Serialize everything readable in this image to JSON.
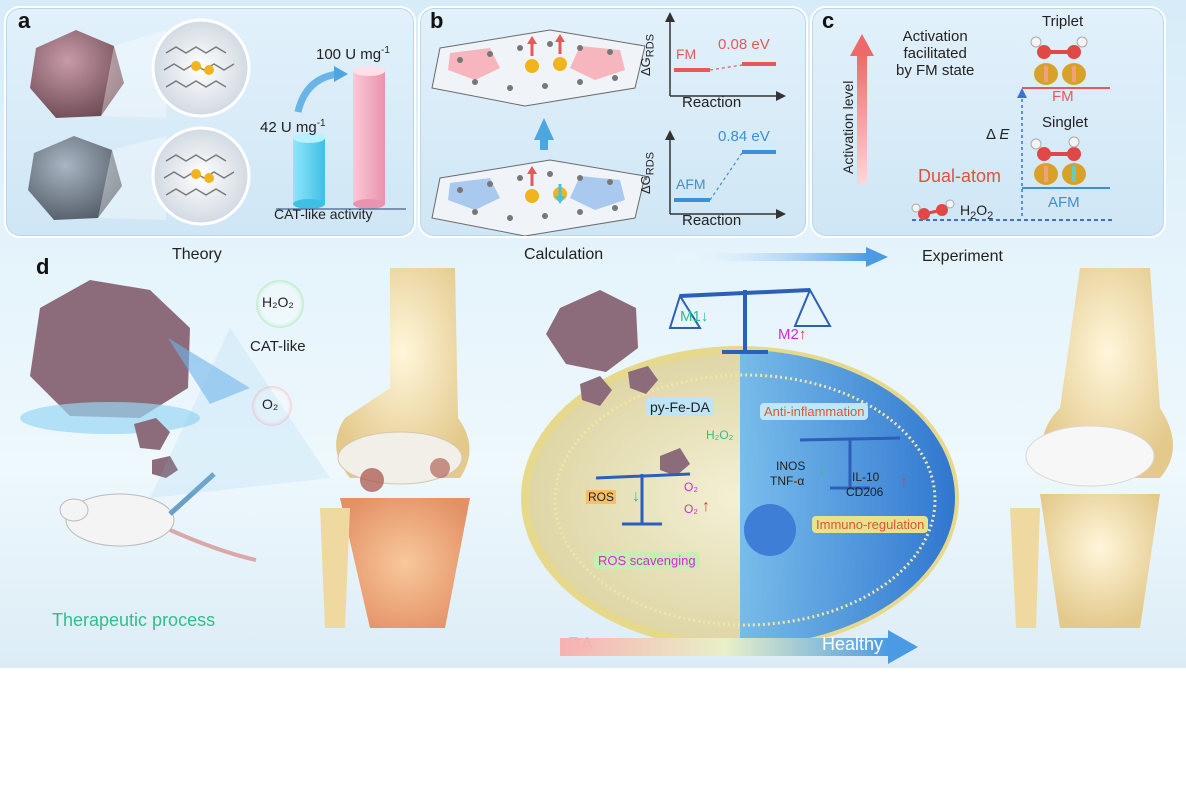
{
  "panel_a": {
    "label": "a",
    "value_high": "100",
    "value_low": "42",
    "unit": "U mg",
    "unit_exp": "-1",
    "activity_label": "CAT-like activity"
  },
  "panel_b": {
    "label": "b",
    "ylabel_main": "ΔG",
    "ylabel_sub": "RDS",
    "top_state": "FM",
    "top_energy": "0.08 eV",
    "top_xlabel": "Reaction",
    "bottom_state": "AFM",
    "bottom_energy": "0.84 eV",
    "bottom_xlabel": "Reaction"
  },
  "panel_c": {
    "label": "c",
    "yaxis": "Activation level",
    "caption_line1": "Activation",
    "caption_line2": "facilitated",
    "caption_line3": "by FM state",
    "triplet": "Triplet",
    "fm": "FM",
    "delta_e_symbol": "Δ",
    "delta_e_letter": "E",
    "singlet": "Singlet",
    "dual_atom": "Dual-atom",
    "h2o2_main": "H",
    "h2o2_sub1": "2",
    "h2o2_mid": "O",
    "h2o2_sub2": "2",
    "afm": "AFM"
  },
  "flow": {
    "theory": "Theory",
    "calculation": "Calculation",
    "experiment": "Experiment"
  },
  "panel_d": {
    "label": "d",
    "h2o2_bubble": "H₂O₂",
    "cat_like": "CAT-like",
    "o2_bubble": "O₂",
    "m1": "M1",
    "m2": "M2",
    "py_fe_da": "py-Fe-DA",
    "anti_inflammation": "Anti-inflammation",
    "h2o2_cell": "H₂O₂",
    "inos": "INOS",
    "tnf": "TNF-α",
    "il10": "IL-10",
    "cd206": "CD206",
    "ros": "ROS",
    "o2_a": "O₂",
    "o2_b": "O₂",
    "immuno": "Immuno-regulation",
    "ros_scavenging": "ROS scavenging",
    "therapeutic": "Therapeutic process",
    "ra": "RA",
    "healthy": "Healthy"
  },
  "colors": {
    "fm_red": "#e8585a",
    "afm_blue": "#3d8fd6",
    "green_text": "#2fc08a",
    "dual_atom": "#e2523a",
    "pink_bar": "#f3a9bf",
    "cyan_bar": "#5fd0ee"
  }
}
